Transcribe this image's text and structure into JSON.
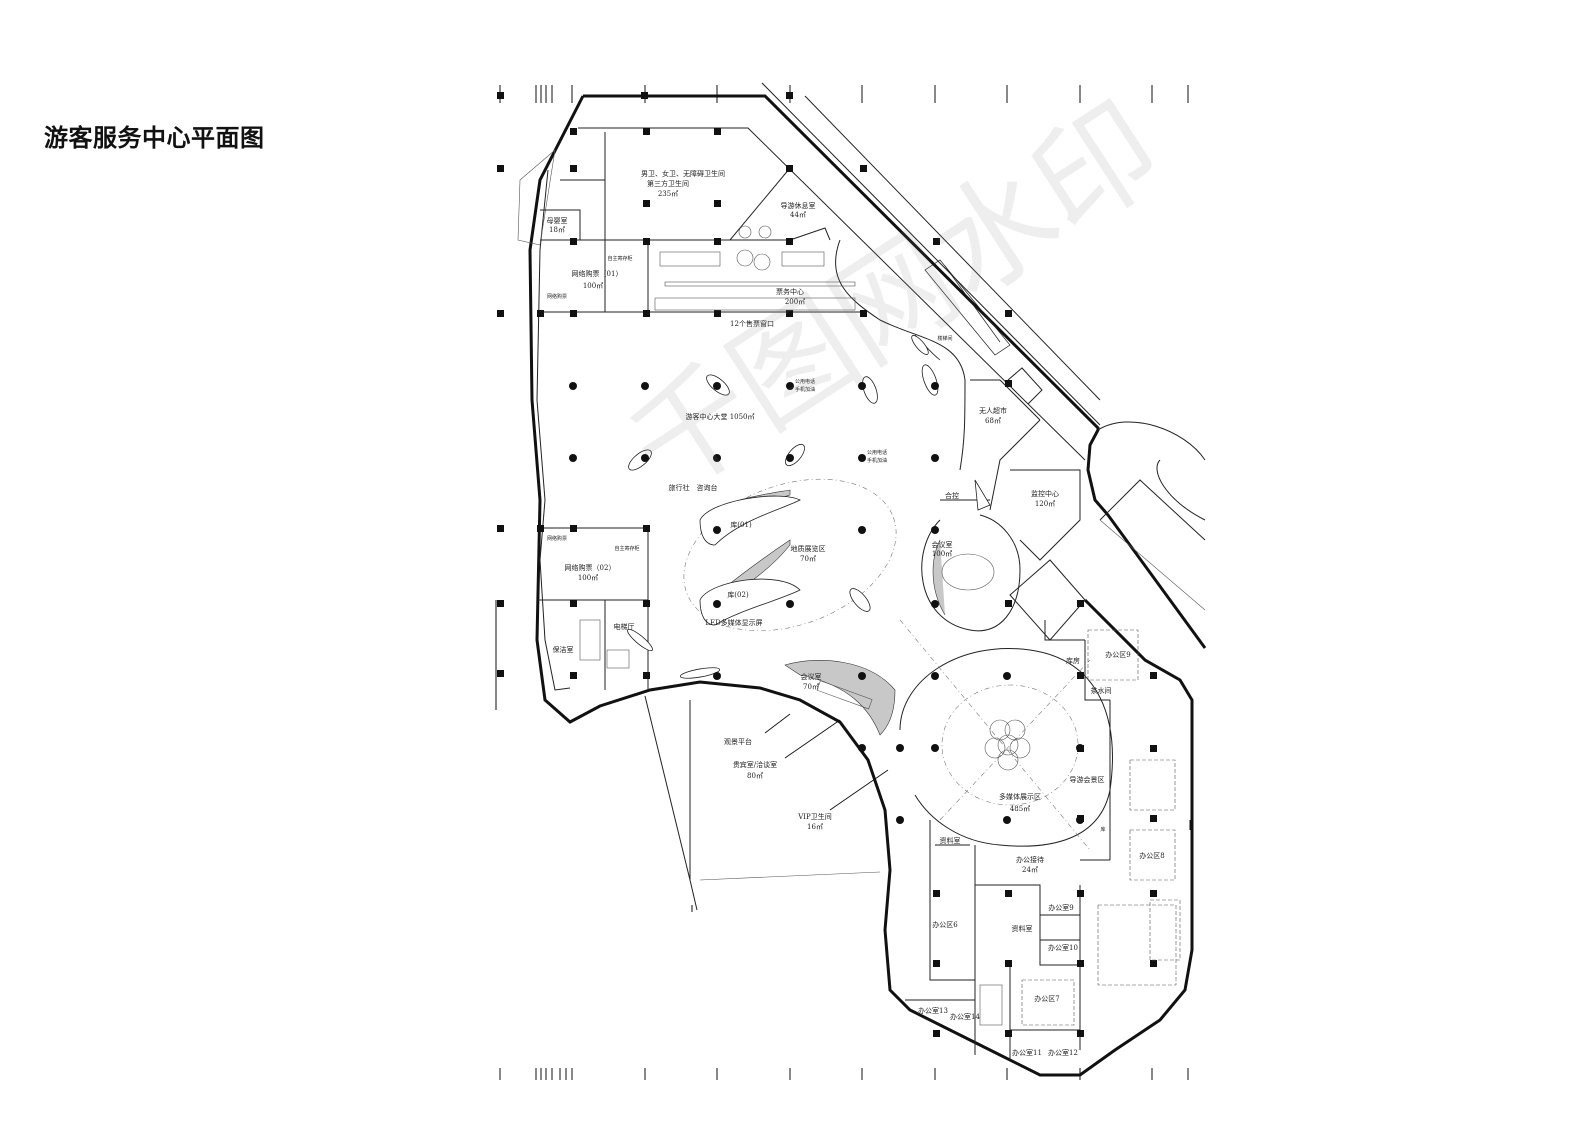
{
  "title": "游客服务中心平面图",
  "watermark": "千图网水印",
  "rooms": [
    {
      "id": "restroom",
      "line1": "男卫、女卫、无障碍卫生间",
      "line2": "第三方卫生间",
      "line3": "235㎡"
    },
    {
      "id": "mother",
      "line1": "母婴室",
      "line2": "18㎡"
    },
    {
      "id": "guide-rest",
      "line1": "导游休息室",
      "line2": "44㎡"
    },
    {
      "id": "ticket01",
      "line1": "网络购票（01）",
      "line2": "100㎡"
    },
    {
      "id": "ticket-center",
      "line1": "票务中心",
      "line2": "200㎡"
    },
    {
      "id": "windows",
      "line1": "12个售票窗口"
    },
    {
      "id": "hall",
      "line1": "游客中心大堂 1050㎡"
    },
    {
      "id": "travel",
      "line1": "旅行社　咨询台"
    },
    {
      "id": "store01",
      "line1": "库(01)"
    },
    {
      "id": "store02",
      "line1": "库(02)"
    },
    {
      "id": "geo",
      "line1": "地质展览区",
      "line2": "70㎡"
    },
    {
      "id": "led",
      "line1": "LED多媒体显示屏"
    },
    {
      "id": "ticket02",
      "line1": "网络购票（02）",
      "line2": "100㎡"
    },
    {
      "id": "elevator",
      "line1": "电梯厅"
    },
    {
      "id": "cleaning",
      "line1": "保洁室"
    },
    {
      "id": "meeting1",
      "line1": "会议室",
      "line2": "100㎡"
    },
    {
      "id": "supermarket",
      "line1": "无人超市",
      "line2": "68㎡"
    },
    {
      "id": "monitor",
      "line1": "监控中心",
      "line2": "120㎡"
    },
    {
      "id": "control",
      "line1": "合控"
    },
    {
      "id": "meeting2",
      "line1": "会议室",
      "line2": "70㎡"
    },
    {
      "id": "view",
      "line1": "观景平台"
    },
    {
      "id": "vip",
      "line1": "贵宾室/洽谈室",
      "line2": "80㎡"
    },
    {
      "id": "viptoilet",
      "line1": "VIP卫生间",
      "line2": "16㎡"
    },
    {
      "id": "media",
      "line1": "多媒体展示区",
      "line2": "485㎡"
    },
    {
      "id": "guide-area",
      "line1": "导游会景区"
    },
    {
      "id": "office9",
      "line1": "办公区9"
    },
    {
      "id": "tea",
      "line1": "茶水间"
    },
    {
      "id": "store",
      "line1": "库房"
    },
    {
      "id": "office8",
      "line1": "办公区8"
    },
    {
      "id": "reception",
      "line1": "办公接待",
      "line2": "24㎡"
    },
    {
      "id": "archive1",
      "line1": "资料室"
    },
    {
      "id": "office6",
      "line1": "办公区6"
    },
    {
      "id": "archive2",
      "line1": "资料室"
    },
    {
      "id": "o9",
      "line1": "办公室9"
    },
    {
      "id": "o10",
      "line1": "办公室10"
    },
    {
      "id": "office7",
      "line1": "办公区7"
    },
    {
      "id": "o13",
      "line1": "办公室13"
    },
    {
      "id": "o14",
      "line1": "办公室14"
    },
    {
      "id": "o11",
      "line1": "办公室11"
    },
    {
      "id": "o12",
      "line1": "办公室12"
    }
  ],
  "small_labels": {
    "phone": "公用电话",
    "charge": "手机加油",
    "selfservice": "自主寄存柜",
    "tickets": "网络购票",
    "ku": "库",
    "unknown1": "楼梯间"
  }
}
